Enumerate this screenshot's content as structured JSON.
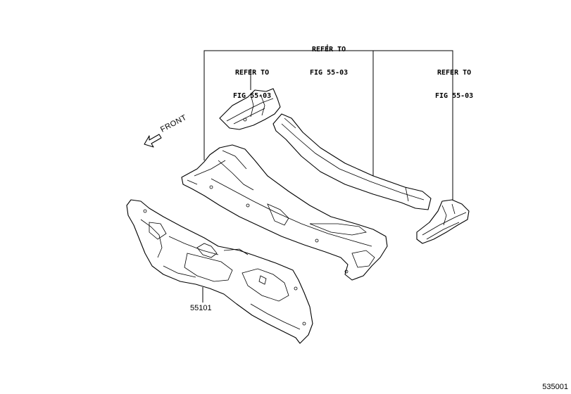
{
  "callouts": {
    "top": {
      "line1": "REFER TO",
      "line2": "FIG 55-03"
    },
    "left": {
      "line1": "REFER TO",
      "line2": "FIG 55-03"
    },
    "right": {
      "line1": "REFER TO",
      "line2": "FIG 55-03"
    }
  },
  "front_label": "FRONT",
  "part_number": "55101",
  "figure_number": "535001"
}
